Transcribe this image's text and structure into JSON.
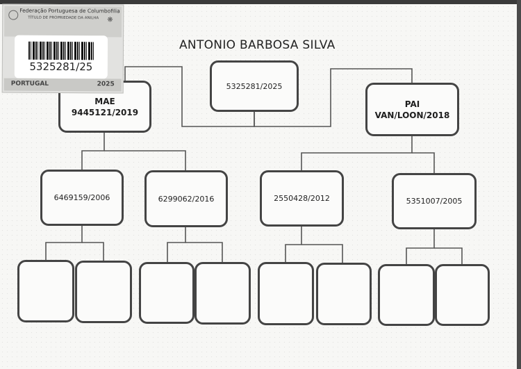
{
  "owner_name": "ANTONIO BARBOSA SILVA",
  "subject": {
    "ring": "5325281/2025"
  },
  "dam": {
    "role": "MAE",
    "ring": "9445121/2019"
  },
  "sire": {
    "role": "PAI",
    "ring": "VAN/LOON/2018"
  },
  "grandparents": [
    "6469159/2006",
    "6299062/2016",
    "2550428/2012",
    "5351007/2005"
  ],
  "ring_label": {
    "organization": "Federação Portuguesa de Columbofilia",
    "subtitle": "TÍTULO DE PROPRIEDADE DA ANILHA",
    "number": "5325281/25",
    "country": "PORTUGAL",
    "year": "2025"
  }
}
